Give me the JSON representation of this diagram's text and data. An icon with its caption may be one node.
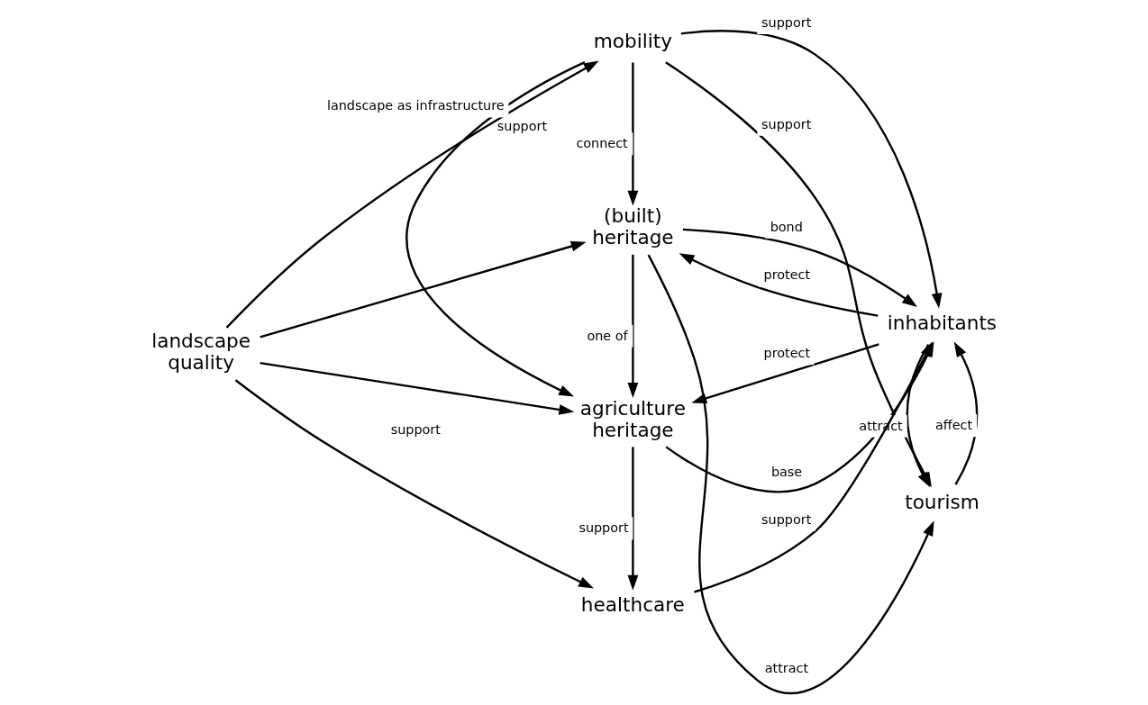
{
  "diagram": {
    "nodes": [
      {
        "text": [
          "mobility"
        ]
      },
      {
        "text": [
          "(built) heritage"
        ]
      },
      {
        "text": [
          "tourism"
        ]
      },
      {
        "text": [
          "landscape quality"
        ]
      },
      {
        "text": [
          "agriculture heritage"
        ]
      },
      {
        "text": [
          "inhabitants"
        ]
      },
      {
        "text": [
          "healthcare"
        ]
      }
    ],
    "edges": [
      {
        "from": 3,
        "to": 0,
        "arrow": "to",
        "label": "landscape as infrastructure"
      },
      {
        "from": 0,
        "to": 1,
        "arrow": "to",
        "label": "connect"
      },
      {
        "from": 0,
        "to": 2,
        "arrow": "to",
        "label": "support"
      },
      {
        "from": 3,
        "to": 1,
        "arrow": "to"
      },
      {
        "from": 1,
        "to": 2,
        "arrow": "to",
        "label": "attract"
      },
      {
        "from": 0,
        "to": 5,
        "arrow": "to",
        "label": "support"
      },
      {
        "from": 1,
        "to": 4,
        "arrow": "to",
        "label": "one of"
      },
      {
        "from": 0,
        "to": 4,
        "arrow": "to",
        "label": "support"
      },
      {
        "from": 5,
        "to": 1,
        "arrow": "to",
        "label": "protect"
      },
      {
        "from": 1,
        "to": 5,
        "arrow": "to",
        "label": "bond"
      },
      {
        "from": 2,
        "to": 5,
        "arrow": "to",
        "label": "affect"
      },
      {
        "from": 5,
        "to": 2,
        "arrow": "to",
        "label": "attract"
      },
      {
        "from": 3,
        "to": 4,
        "arrow": "to"
      },
      {
        "from": 4,
        "to": 5,
        "arrow": "to",
        "label": "base"
      },
      {
        "from": 5,
        "to": 4,
        "arrow": "to",
        "label": "protect"
      },
      {
        "from": 4,
        "to": 6,
        "arrow": "to",
        "label": "support"
      },
      {
        "from": 3,
        "to": 6,
        "arrow": "to",
        "label": "support"
      },
      {
        "from": 6,
        "to": 5,
        "arrow": "to",
        "label": "support"
      }
    ]
  }
}
